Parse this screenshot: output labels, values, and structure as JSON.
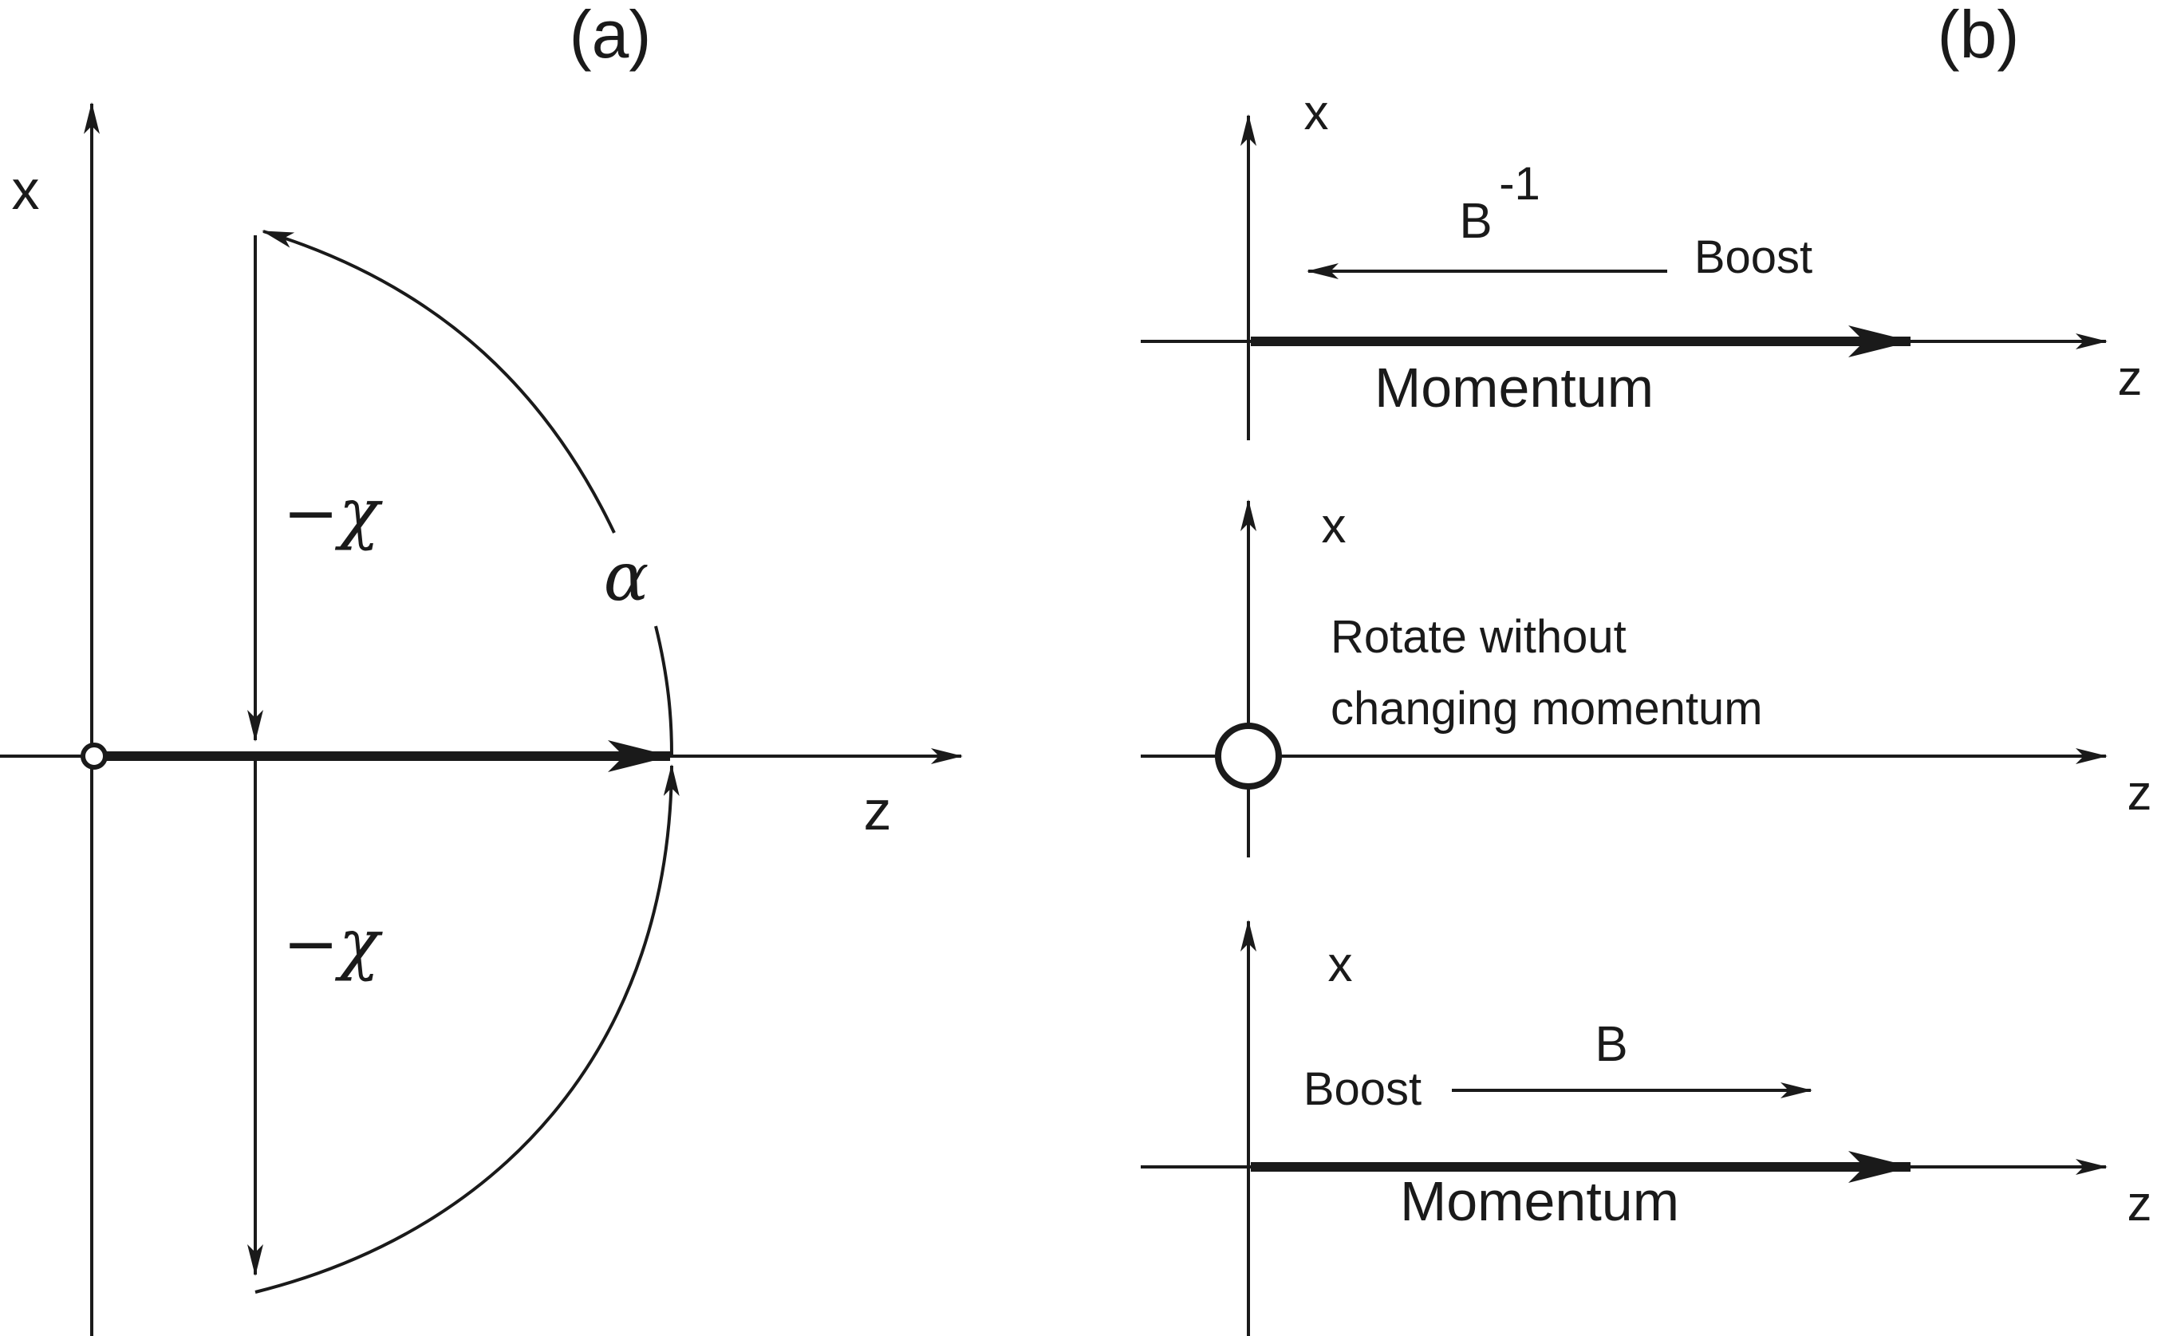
{
  "panel_a": {
    "title": "(a)",
    "x_axis_label": "x",
    "z_axis_label": "z",
    "upper_chi_label": "−χ",
    "lower_chi_label": "−χ",
    "alpha_label": "α"
  },
  "panel_b": {
    "title": "(b)",
    "top": {
      "x_axis_label": "x",
      "z_axis_label": "z",
      "boost_symbol": "B",
      "boost_exponent": "-1",
      "boost_label": "Boost",
      "momentum_label": "Momentum"
    },
    "middle": {
      "x_axis_label": "x",
      "z_axis_label": "z",
      "rotate_line1": "Rotate without",
      "rotate_line2": "changing momentum"
    },
    "bottom": {
      "x_axis_label": "x",
      "z_axis_label": "z",
      "boost_symbol": "B",
      "boost_label": "Boost",
      "momentum_label": "Momentum"
    }
  },
  "colors": {
    "ink": "#1a1a1a",
    "background": "#ffffff"
  }
}
